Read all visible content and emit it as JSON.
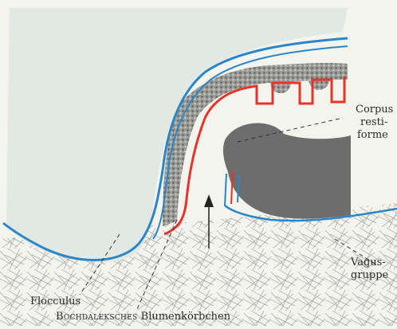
{
  "labels": {
    "corpus_line1": "Corpus",
    "corpus_line2": "resti-",
    "corpus_line3": "forme",
    "vagus_line1": "Vagus-",
    "vagus_line2": "gruppe",
    "flocculus": "Flocculus",
    "bochdalek_name": "Bochdaleksches",
    "bochdalek_rest": "Blumenkörbchen"
  },
  "colors": {
    "background": "#f4f4ef",
    "cerebellum_fill": "#e2e8e4",
    "ependyma_blue": "#2b86c8",
    "choroid_red": "#e8332b",
    "plexus_gray": "#8f8f8f",
    "restiform_dark": "#6d6d6d",
    "meshwork": "#9a9a9a"
  }
}
